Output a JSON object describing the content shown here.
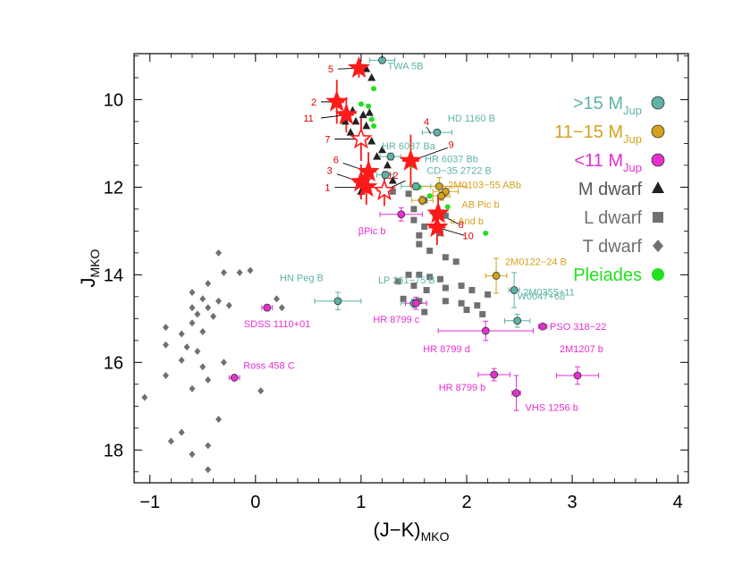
{
  "chart_data": {
    "type": "scatter",
    "xlabel": "(J−K)",
    "xlabel_sub": "MKO",
    "ylabel": "J",
    "ylabel_sub": "MKO",
    "xlim": [
      -1.15,
      4.1
    ],
    "ylim": [
      18.75,
      8.95
    ],
    "y_inverted": true,
    "grid": false,
    "legend_placement": "top-right",
    "x_ticks": [
      -1,
      0,
      1,
      2,
      3,
      4
    ],
    "x_tick_labels": [
      "−1",
      "0",
      "1",
      "2",
      "3",
      "4"
    ],
    "y_ticks": [
      10,
      12,
      14,
      16,
      18
    ],
    "y_tick_labels": [
      "10",
      "12",
      "14",
      "16",
      "18"
    ],
    "colors": {
      "teal": "#5fb2a8",
      "gold": "#d4a21d",
      "magenta": "#e62fd1",
      "gray": "#707070",
      "green": "#22e01e",
      "red": "#ff1a1a",
      "black": "#222222"
    },
    "legend": [
      {
        "text": ">15 M",
        "sub": "Jup",
        "color": "#5fb2a8",
        "marker": "circle",
        "marker_color": "#5fb2a8"
      },
      {
        "text": "11−15 M",
        "sub": "Jup",
        "color": "#d4a21d",
        "marker": "circle",
        "marker_color": "#d4a21d"
      },
      {
        "text": "<11 M",
        "sub": "Jup",
        "color": "#e62fd1",
        "marker": "circle",
        "marker_color": "#e62fd1"
      },
      {
        "text": "M dwarf",
        "sub": "",
        "color": "#555555",
        "marker": "triangle",
        "marker_color": "#222222"
      },
      {
        "text": "L dwarf",
        "sub": "",
        "color": "#707070",
        "marker": "square",
        "marker_color": "#707070"
      },
      {
        "text": "T dwarf",
        "sub": "",
        "color": "#707070",
        "marker": "diamond",
        "marker_color": "#707070"
      },
      {
        "text": "Pleiades",
        "sub": "",
        "color": "#22e01e",
        "marker": "circle",
        "marker_color": "#22e01e"
      }
    ],
    "series": [
      {
        "group": "M dwarf",
        "marker": "triangle",
        "points": [
          [
            1.05,
            9.3
          ],
          [
            1.1,
            9.5
          ],
          [
            0.85,
            10.3
          ],
          [
            0.92,
            10.25
          ],
          [
            1.02,
            10.35
          ],
          [
            1.08,
            10.3
          ],
          [
            0.85,
            10.5
          ],
          [
            0.95,
            10.5
          ],
          [
            1.05,
            10.6
          ],
          [
            0.9,
            10.75
          ],
          [
            1.0,
            10.8
          ],
          [
            1.1,
            10.95
          ],
          [
            1.2,
            11.15
          ],
          [
            1.15,
            11.3
          ],
          [
            1.25,
            11.5
          ],
          [
            1.08,
            11.6
          ],
          [
            1.3,
            11.85
          ],
          [
            1.0,
            12.1
          ]
        ]
      },
      {
        "group": "L dwarf",
        "marker": "square",
        "points": [
          [
            1.3,
            12.1
          ],
          [
            1.45,
            12.15
          ],
          [
            1.6,
            12.3
          ],
          [
            1.5,
            12.5
          ],
          [
            1.7,
            12.6
          ],
          [
            1.8,
            12.65
          ],
          [
            1.5,
            12.75
          ],
          [
            1.6,
            12.9
          ],
          [
            1.75,
            13.05
          ],
          [
            1.55,
            13.1
          ],
          [
            1.55,
            13.3
          ],
          [
            1.65,
            13.45
          ],
          [
            1.8,
            13.6
          ],
          [
            1.9,
            13.7
          ],
          [
            1.45,
            14.0
          ],
          [
            1.55,
            14.0
          ],
          [
            1.65,
            14.05
          ],
          [
            1.75,
            14.1
          ],
          [
            1.35,
            14.15
          ],
          [
            1.5,
            14.25
          ],
          [
            1.62,
            14.35
          ],
          [
            1.8,
            14.3
          ],
          [
            1.95,
            14.25
          ],
          [
            2.05,
            14.35
          ],
          [
            2.2,
            14.45
          ],
          [
            1.4,
            14.55
          ],
          [
            1.55,
            14.6
          ],
          [
            1.8,
            14.6
          ],
          [
            1.95,
            14.65
          ],
          [
            2.1,
            14.7
          ],
          [
            2.0,
            14.8
          ],
          [
            1.6,
            14.85
          ],
          [
            2.15,
            14.9
          ]
        ]
      },
      {
        "group": "T dwarf",
        "marker": "diamond",
        "points": [
          [
            -0.35,
            13.5
          ],
          [
            -0.3,
            13.95
          ],
          [
            -0.15,
            13.95
          ],
          [
            -0.05,
            13.9
          ],
          [
            -0.45,
            14.2
          ],
          [
            -0.6,
            14.4
          ],
          [
            -0.5,
            14.55
          ],
          [
            -0.35,
            14.6
          ],
          [
            -0.6,
            14.75
          ],
          [
            -0.45,
            14.75
          ],
          [
            -0.25,
            14.7
          ],
          [
            -0.55,
            14.9
          ],
          [
            -0.4,
            14.95
          ],
          [
            -0.6,
            15.1
          ],
          [
            -0.5,
            15.3
          ],
          [
            0.2,
            14.55
          ],
          [
            0.25,
            14.75
          ],
          [
            -0.85,
            15.2
          ],
          [
            -0.7,
            15.35
          ],
          [
            -0.85,
            15.6
          ],
          [
            -0.65,
            15.65
          ],
          [
            -0.55,
            15.75
          ],
          [
            -0.7,
            15.95
          ],
          [
            -0.5,
            16.1
          ],
          [
            -0.3,
            16.0
          ],
          [
            -0.85,
            16.3
          ],
          [
            -0.45,
            16.4
          ],
          [
            -0.6,
            16.6
          ],
          [
            -1.05,
            16.8
          ],
          [
            0.05,
            16.65
          ],
          [
            -0.35,
            17.3
          ],
          [
            -0.7,
            17.6
          ],
          [
            -0.45,
            17.9
          ],
          [
            -0.8,
            17.8
          ],
          [
            -0.6,
            18.1
          ],
          [
            -0.45,
            18.45
          ]
        ]
      },
      {
        "group": "Pleiades",
        "marker": "circle",
        "points": [
          [
            1.12,
            9.75
          ],
          [
            1.0,
            10.1
          ],
          [
            1.07,
            10.15
          ],
          [
            1.1,
            10.45
          ],
          [
            1.12,
            10.6
          ],
          [
            1.48,
            11.5
          ],
          [
            1.22,
            11.7
          ],
          [
            1.55,
            12.0
          ],
          [
            1.65,
            12.2
          ],
          [
            1.82,
            12.45
          ],
          [
            2.18,
            13.05
          ]
        ]
      }
    ],
    "objects": [
      {
        "name": "TWA 5B",
        "x": 1.2,
        "y": 9.1,
        "group": ">15 M_Jup",
        "xerr": 0.12,
        "yerr": 0,
        "label_dx": 6,
        "label_dy": 10,
        "anchor": "start"
      },
      {
        "name": "HD 1160 B",
        "x": 1.72,
        "y": 10.75,
        "group": ">15 M_Jup",
        "xerr": 0.14,
        "yerr": 0.06,
        "label_dx": 12,
        "label_dy": -12,
        "anchor": "start"
      },
      {
        "name": "HR 6037 Ba",
        "x": 1.28,
        "y": 11.3,
        "group": ">15 M_Jup",
        "xerr": 0.1,
        "yerr": 0.08,
        "label_dx": -10,
        "label_dy": -8,
        "anchor": "start"
      },
      {
        "name": "HR 6037 Bb",
        "x": 1.23,
        "y": 11.72,
        "group": ">15 M_Jup",
        "xerr": 0.08,
        "yerr": 0.08,
        "label_dx": 44,
        "label_dy": -14,
        "anchor": "start"
      },
      {
        "name": "CD−35 2722 B",
        "x": 1.52,
        "y": 11.98,
        "group": ">15 M_Jup",
        "xerr": 0.14,
        "yerr": 0.08,
        "label_dx": 12,
        "label_dy": -14,
        "anchor": "start"
      },
      {
        "name": "2M0103−55 ABb",
        "x": 1.74,
        "y": 11.98,
        "group": "11−15 M_Jup",
        "xerr": 0.26,
        "yerr": 0.2,
        "label_dx": 10,
        "label_dy": 2,
        "anchor": "start"
      },
      {
        "name": "AB Pic b",
        "x": 1.8,
        "y": 12.1,
        "group": "11−15 M_Jup",
        "xerr": 0.12,
        "yerr": 0.12,
        "label_dx": 18,
        "label_dy": 18,
        "anchor": "start"
      },
      {
        "name": "κ And b",
        "x": 1.76,
        "y": 12.2,
        "group": "11−15 M_Jup",
        "xerr": 0.08,
        "yerr": 0.1,
        "label_dx": 10,
        "label_dy": 32,
        "anchor": "start"
      },
      {
        "name": "2M0103−55 (gold 3)",
        "x": 1.58,
        "y": 12.3,
        "group": "11−15 M_Jup",
        "xerr": 0.1,
        "yerr": 0.1,
        "label": false
      },
      {
        "name": "βPic b",
        "x": 1.38,
        "y": 12.62,
        "group": "<11 M_Jup",
        "xerr": 0.2,
        "yerr": 0.15,
        "label_dx": -48,
        "label_dy": 22,
        "anchor": "start"
      },
      {
        "name": "HN Peg B",
        "x": 0.78,
        "y": 14.6,
        "group": ">15 M_Jup",
        "xerr": 0.22,
        "yerr": 0.2,
        "label_dx": -65,
        "label_dy": -22,
        "anchor": "start"
      },
      {
        "name": "LP 261−75 B",
        "x": 1.5,
        "y": 14.65,
        "group": ">15 M_Jup",
        "xerr": 0.12,
        "yerr": 0.1,
        "label_dx": -40,
        "label_dy": -22,
        "anchor": "start"
      },
      {
        "name": "HR 8799 c",
        "x": 1.52,
        "y": 14.65,
        "group": "<11 M_Jup",
        "xerr": 0.1,
        "yerr": 0.14,
        "label_dx": -48,
        "label_dy": 22,
        "anchor": "start"
      },
      {
        "name": "2M0122−24 B",
        "x": 2.28,
        "y": 14.02,
        "group": "11−15 M_Jup",
        "xerr": 0.1,
        "yerr": 0.4,
        "label_dx": 10,
        "label_dy": -12,
        "anchor": "start"
      },
      {
        "name": "2M0355+11",
        "x": 2.45,
        "y": 14.35,
        "group": ">15 M_Jup",
        "xerr": 0.05,
        "yerr": 0.4,
        "label_dx": 10,
        "label_dy": 6,
        "anchor": "start"
      },
      {
        "name": "W0047+68",
        "x": 2.48,
        "y": 15.05,
        "group": ">15 M_Jup",
        "xerr": 0.12,
        "yerr": 0.15,
        "label_dx": 0,
        "label_dy": -24,
        "anchor": "start"
      },
      {
        "name": "SDSS 1110+01",
        "x": 0.11,
        "y": 14.75,
        "group": "<11 M_Jup",
        "xerr": 0.05,
        "yerr": 0.06,
        "label_dx": -26,
        "label_dy": 22,
        "anchor": "start"
      },
      {
        "name": "HR 8799 d",
        "x": 2.18,
        "y": 15.28,
        "group": "<11 M_Jup",
        "xerr": 0.45,
        "yerr": 0.22,
        "label_dx": -70,
        "label_dy": 24,
        "anchor": "start"
      },
      {
        "name": "PSO 318−22",
        "x": 2.72,
        "y": 15.18,
        "group": "<11 M_Jup",
        "xerr": 0.04,
        "yerr": 0.05,
        "label_dx": 8,
        "label_dy": 4,
        "anchor": "start"
      },
      {
        "name": "Ross 458 C",
        "x": -0.2,
        "y": 16.35,
        "group": "<11 M_Jup",
        "xerr": 0.05,
        "yerr": 0.05,
        "label_dx": 10,
        "label_dy": -10,
        "anchor": "start"
      },
      {
        "name": "HR 8799 b",
        "x": 2.26,
        "y": 16.28,
        "group": "<11 M_Jup",
        "xerr": 0.15,
        "yerr": 0.14,
        "label_dx": -62,
        "label_dy": 18,
        "anchor": "start"
      },
      {
        "name": "VHS 1256 b",
        "x": 2.47,
        "y": 16.7,
        "group": "<11 M_Jup",
        "xerr": 0.04,
        "yerr": 0.4,
        "label_dx": 10,
        "label_dy": 20,
        "anchor": "start"
      },
      {
        "name": "2M1207 b",
        "x": 3.05,
        "y": 16.3,
        "group": "<11 M_Jup",
        "xerr": 0.2,
        "yerr": 0.2,
        "label_dx": -20,
        "label_dy": -26,
        "anchor": "start"
      }
    ],
    "stars": [
      {
        "num": "5",
        "x": 0.98,
        "y": 9.28,
        "filled": true,
        "xerr": 0.06,
        "yerr": 0.22,
        "lx": 0.78,
        "ly": 9.3,
        "num_dx": -8,
        "num_dy": 4
      },
      {
        "num": "2",
        "x": 0.77,
        "y": 10.05,
        "filled": true,
        "xerr": 0.07,
        "yerr": 0.5,
        "lx": 0.62,
        "ly": 10.05,
        "num_dx": -8,
        "num_dy": 4
      },
      {
        "num": "11",
        "x": 0.86,
        "y": 10.35,
        "filled": true,
        "xerr": 0.07,
        "yerr": 0.4,
        "lx": 0.62,
        "ly": 10.42,
        "num_dx": -14,
        "num_dy": 4
      },
      {
        "num": "7",
        "x": 1.0,
        "y": 10.9,
        "filled": false,
        "xerr": 0.07,
        "yerr": 0.5,
        "lx": 0.75,
        "ly": 10.9,
        "num_dx": -8,
        "num_dy": 4
      },
      {
        "num": "4",
        "x": 1.55,
        "y": 10.7,
        "filled": true,
        "xerr": 0,
        "yerr": 0,
        "lx": 1.62,
        "ly": 10.62,
        "num_dx": 0,
        "num_dy": -2,
        "marker": false
      },
      {
        "num": "9",
        "x": 1.47,
        "y": 11.4,
        "filled": true,
        "xerr": 0.08,
        "yerr": 0.6,
        "lx": 1.82,
        "ly": 11.1,
        "num_dx": 4,
        "num_dy": 0
      },
      {
        "num": "6",
        "x": 1.07,
        "y": 11.65,
        "filled": true,
        "xerr": 0.07,
        "yerr": 0.45,
        "lx": 0.83,
        "ly": 11.45,
        "num_dx": -8,
        "num_dy": 0
      },
      {
        "num": "3",
        "x": 1.0,
        "y": 11.88,
        "filled": true,
        "xerr": 0.07,
        "yerr": 0.4,
        "lx": 0.77,
        "ly": 11.7,
        "num_dx": -8,
        "num_dy": 0
      },
      {
        "num": "1",
        "x": 1.05,
        "y": 12.0,
        "filled": true,
        "xerr": 0.07,
        "yerr": 0.4,
        "lx": 0.75,
        "ly": 12.0,
        "num_dx": -8,
        "num_dy": 4
      },
      {
        "num": "12",
        "x": 1.22,
        "y": 12.08,
        "filled": false,
        "xerr": 0.07,
        "yerr": 0.35,
        "lx": 1.42,
        "ly": 11.85,
        "num_dx": -14,
        "num_dy": -2
      },
      {
        "num": "8",
        "x": 1.73,
        "y": 12.6,
        "filled": true,
        "xerr": 0.08,
        "yerr": 0.4,
        "lx": 1.93,
        "ly": 12.85,
        "num_dx": 2,
        "num_dy": 4
      },
      {
        "num": "10",
        "x": 1.72,
        "y": 12.92,
        "filled": true,
        "xerr": 0.08,
        "yerr": 0.4,
        "lx": 1.98,
        "ly": 13.1,
        "num_dx": 4,
        "num_dy": 4
      }
    ]
  }
}
